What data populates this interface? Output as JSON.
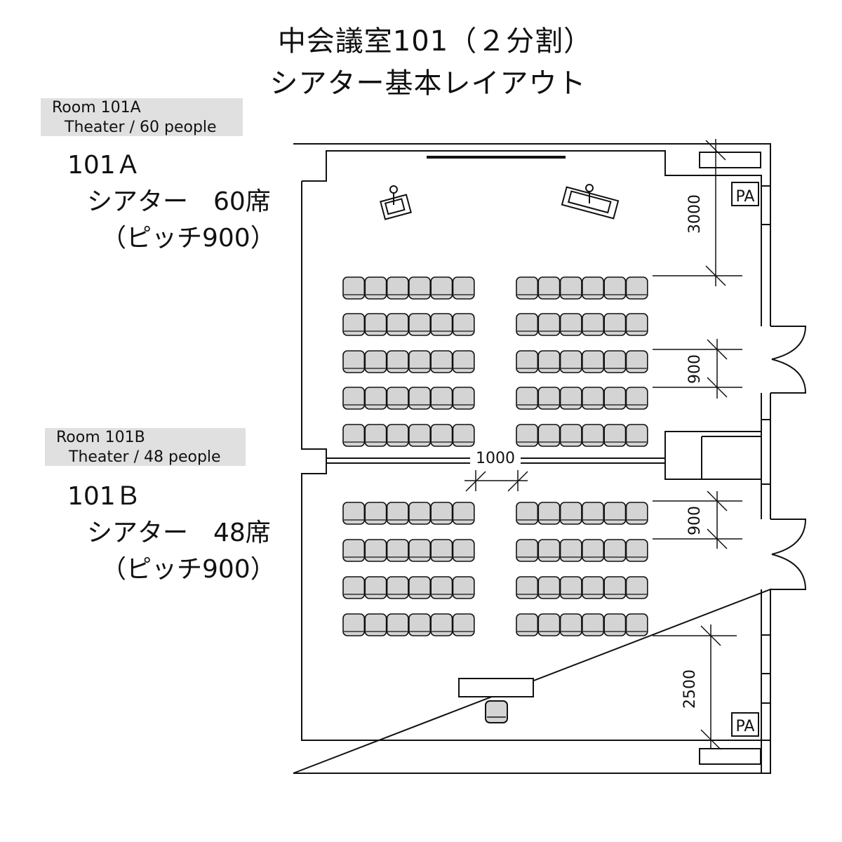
{
  "title": {
    "line1": "中会議室101（２分割）",
    "line2": "シアター基本レイアウト"
  },
  "rooms": [
    {
      "tag_line1": "Room 101A",
      "tag_line2": "Theater / 60 people",
      "name": "101Ａ",
      "type_capacity": "シアター　60席",
      "pitch": "（ピッチ900）",
      "seat_rows": 5,
      "seats_per_block": 6,
      "blocks": 2
    },
    {
      "tag_line1": "Room 101B",
      "tag_line2": "Theater / 48 people",
      "name": "101Ｂ",
      "type_capacity": "シアター　48席",
      "pitch": "（ピッチ900）",
      "seat_rows": 4,
      "seats_per_block": 6,
      "blocks": 2
    }
  ],
  "dimensions": {
    "front_clearance_a": "3000",
    "row_pitch_a": "900",
    "aisle_width": "1000",
    "row_pitch_b": "900",
    "rear_clearance_b": "2500"
  },
  "equipment": {
    "pa_top": "PA",
    "pa_bottom": "PA"
  }
}
